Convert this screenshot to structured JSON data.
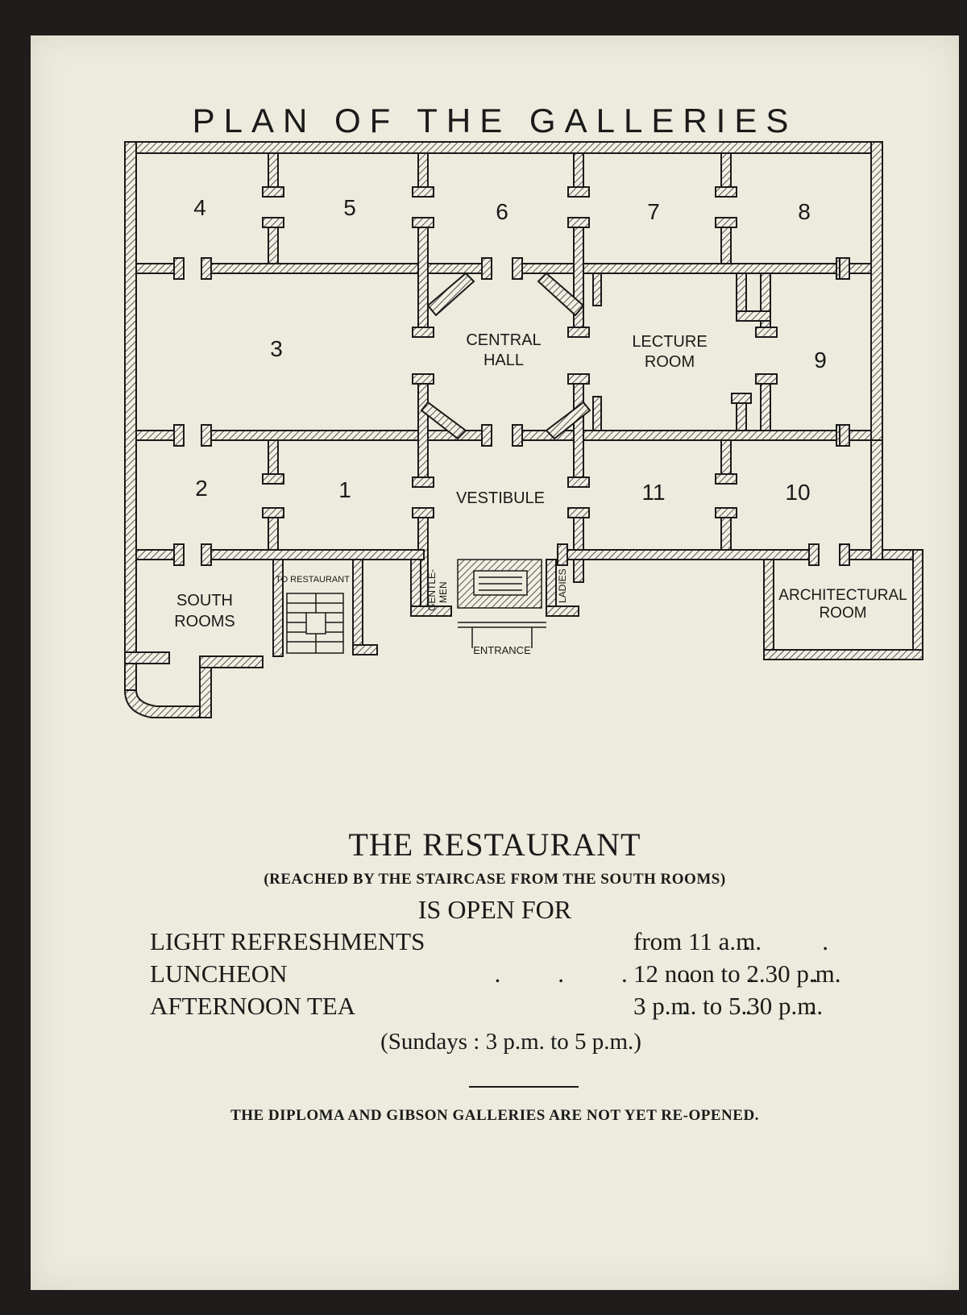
{
  "title": "PLAN OF THE GALLERIES",
  "plan": {
    "gallery_numbers": [
      "4",
      "5",
      "6",
      "7",
      "8",
      "3",
      "9",
      "2",
      "1",
      "11",
      "10"
    ],
    "rooms": {
      "central_hall": [
        "CENTRAL",
        "HALL"
      ],
      "lecture_room": [
        "LECTURE",
        "ROOM"
      ],
      "vestibule": "VESTIBULE",
      "south_rooms": [
        "SOUTH",
        "ROOMS"
      ],
      "to_restaurant": "TO RESTAURANT",
      "gentlemen": [
        "GENTLE-",
        "MEN"
      ],
      "ladies": "LADIES",
      "entrance": "ENTRANCE",
      "architectural_room": [
        "ARCHITECTURAL",
        "ROOM"
      ]
    }
  },
  "restaurant": {
    "title": "THE RESTAURANT",
    "subtitle": "(REACHED BY THE STAIRCASE FROM THE SOUTH ROOMS)",
    "open_for": "IS OPEN FOR",
    "hours": [
      {
        "label": "LIGHT REFRESHMENTS",
        "dots": "                                                .          .",
        "time": "from 11 a.m."
      },
      {
        "label": "LUNCHEON",
        "dots": "                          .        .        .        .        .        .",
        "time": "12 noon to 2.30 p.m."
      },
      {
        "label": "AFTERNOON TEA",
        "dots": "                                                .        .        .",
        "time": "3 p.m. to 5.30 p.m."
      }
    ],
    "sundays": "(Sundays :  3 p.m. to 5 p.m.)"
  },
  "footer": "THE DIPLOMA AND GIBSON GALLERIES ARE NOT YET RE-OPENED."
}
